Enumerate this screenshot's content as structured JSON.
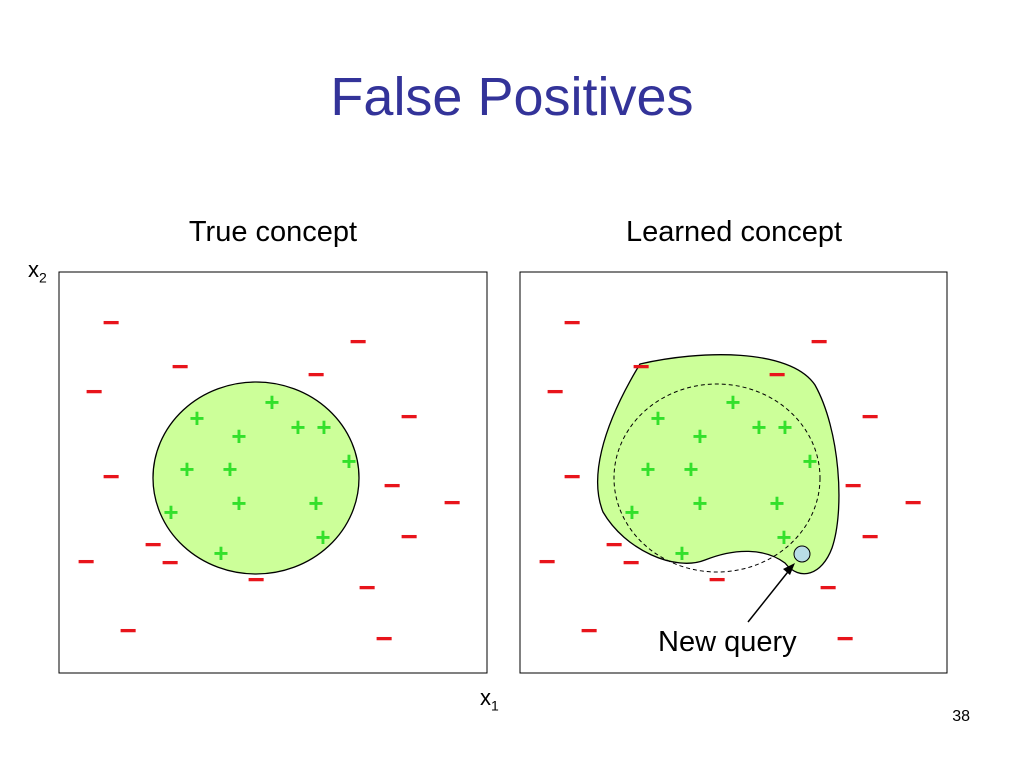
{
  "slide": {
    "title": "False Positives",
    "page_number": "38"
  },
  "panels": {
    "true_title": "True concept",
    "learned_title": "Learned concept"
  },
  "axes": {
    "x1_base": "x",
    "x1_sub": "1",
    "x2_base": "x",
    "x2_sub": "2"
  },
  "annotation": {
    "text": "New query"
  },
  "symbols": {
    "positive": "+",
    "negative": "−"
  },
  "colors": {
    "title": "#333399",
    "positive": "#33e02b",
    "negative": "#e8141b",
    "region_fill": "#ccff99",
    "query_point": "#b9dde6"
  }
}
